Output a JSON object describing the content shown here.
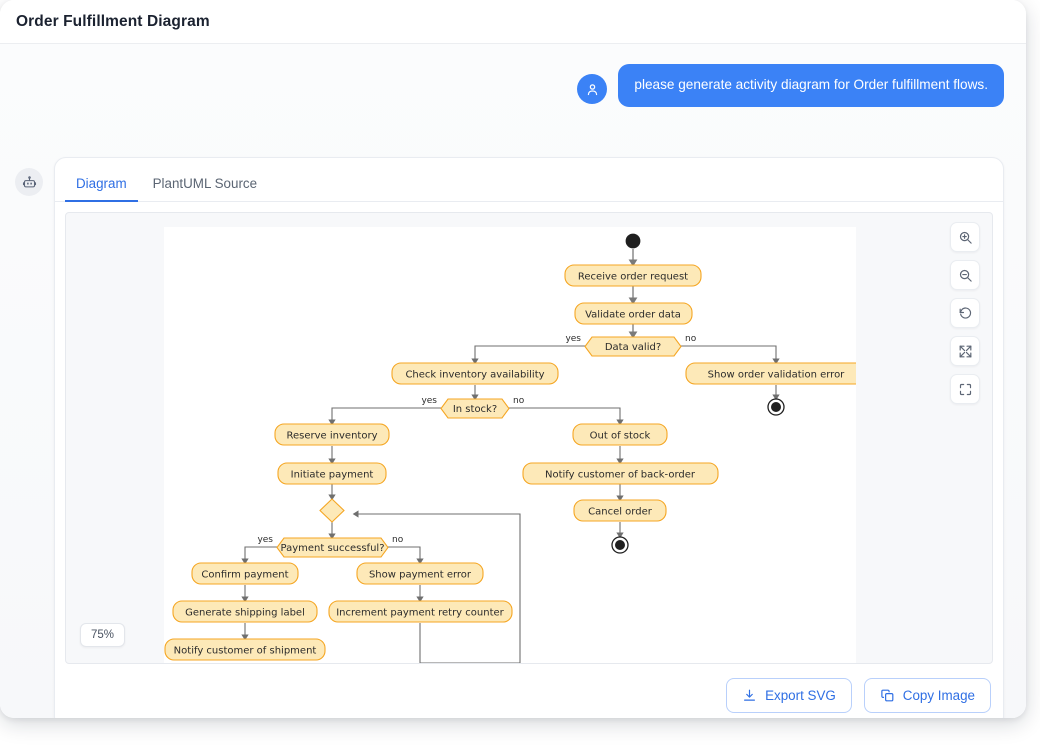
{
  "window": {
    "title": "Order Fulfillment Diagram"
  },
  "chat": {
    "user_avatar_icon": "user-icon",
    "assistant_avatar_icon": "robot-icon",
    "user_message": "please generate activity diagram for Order fulfillment flows."
  },
  "card": {
    "tabs": [
      {
        "label": "Diagram",
        "active": true
      },
      {
        "label": "PlantUML Source",
        "active": false
      }
    ],
    "zoom_level": "75%",
    "toolbar": [
      {
        "name": "zoom-in-icon",
        "title": "Zoom in"
      },
      {
        "name": "zoom-out-icon",
        "title": "Zoom out"
      },
      {
        "name": "reset-rotate-icon",
        "title": "Reset"
      },
      {
        "name": "fit-expand-icon",
        "title": "Fit to screen"
      },
      {
        "name": "fullscreen-icon",
        "title": "Fullscreen"
      }
    ],
    "actions": [
      {
        "label": "Export SVG",
        "icon": "download-icon"
      },
      {
        "label": "Copy Image",
        "icon": "copy-icon"
      }
    ]
  },
  "colors": {
    "accent": "#2f6fe4",
    "bubble": "#3b82f6",
    "node_fill": "#fde9b8",
    "node_stroke": "#f5a623",
    "edge": "#6f6f6f",
    "canvas": "#ffffff",
    "viewport": "#f7f8fa"
  },
  "chart_data": {
    "type": "diagram",
    "diagram_kind": "uml-activity",
    "title": "Order Fulfillment Diagram",
    "nodes": [
      {
        "id": "start",
        "kind": "initial-node",
        "label": ""
      },
      {
        "id": "a1",
        "kind": "activity",
        "label": "Receive order request"
      },
      {
        "id": "a2",
        "kind": "activity",
        "label": "Validate order data"
      },
      {
        "id": "d1",
        "kind": "decision",
        "label": "Data valid?"
      },
      {
        "id": "a3",
        "kind": "activity",
        "label": "Check inventory availability"
      },
      {
        "id": "a4",
        "kind": "activity",
        "label": "Show order validation error"
      },
      {
        "id": "end1",
        "kind": "final-node",
        "label": ""
      },
      {
        "id": "d2",
        "kind": "decision",
        "label": "In stock?"
      },
      {
        "id": "a5",
        "kind": "activity",
        "label": "Reserve inventory"
      },
      {
        "id": "a6",
        "kind": "activity",
        "label": "Initiate payment"
      },
      {
        "id": "m1",
        "kind": "merge-node",
        "label": ""
      },
      {
        "id": "d3",
        "kind": "decision",
        "label": "Payment successful?"
      },
      {
        "id": "a7",
        "kind": "activity",
        "label": "Confirm payment"
      },
      {
        "id": "a8",
        "kind": "activity",
        "label": "Generate shipping label"
      },
      {
        "id": "a9",
        "kind": "activity",
        "label": "Notify customer of shipment"
      },
      {
        "id": "a10",
        "kind": "activity",
        "label": "Show payment error"
      },
      {
        "id": "a11",
        "kind": "activity",
        "label": "Increment payment retry counter"
      },
      {
        "id": "a12",
        "kind": "activity",
        "label": "Out of stock"
      },
      {
        "id": "a13",
        "kind": "activity",
        "label": "Notify customer of back-order"
      },
      {
        "id": "a14",
        "kind": "activity",
        "label": "Cancel order"
      },
      {
        "id": "end2",
        "kind": "final-node",
        "label": ""
      }
    ],
    "edges": [
      {
        "from": "start",
        "to": "a1",
        "guard": ""
      },
      {
        "from": "a1",
        "to": "a2",
        "guard": ""
      },
      {
        "from": "a2",
        "to": "d1",
        "guard": ""
      },
      {
        "from": "d1",
        "to": "a3",
        "guard": "yes"
      },
      {
        "from": "d1",
        "to": "a4",
        "guard": "no"
      },
      {
        "from": "a4",
        "to": "end1",
        "guard": ""
      },
      {
        "from": "a3",
        "to": "d2",
        "guard": ""
      },
      {
        "from": "d2",
        "to": "a5",
        "guard": "yes"
      },
      {
        "from": "d2",
        "to": "a12",
        "guard": "no"
      },
      {
        "from": "a5",
        "to": "a6",
        "guard": ""
      },
      {
        "from": "a6",
        "to": "m1",
        "guard": ""
      },
      {
        "from": "m1",
        "to": "d3",
        "guard": ""
      },
      {
        "from": "d3",
        "to": "a7",
        "guard": "yes"
      },
      {
        "from": "d3",
        "to": "a10",
        "guard": "no"
      },
      {
        "from": "a7",
        "to": "a8",
        "guard": ""
      },
      {
        "from": "a8",
        "to": "a9",
        "guard": ""
      },
      {
        "from": "a10",
        "to": "a11",
        "guard": ""
      },
      {
        "from": "a11",
        "to": "m1",
        "guard": ""
      },
      {
        "from": "a12",
        "to": "a13",
        "guard": ""
      },
      {
        "from": "a13",
        "to": "a14",
        "guard": ""
      },
      {
        "from": "a14",
        "to": "end2",
        "guard": ""
      }
    ],
    "guard_labels": [
      "yes",
      "no"
    ]
  }
}
